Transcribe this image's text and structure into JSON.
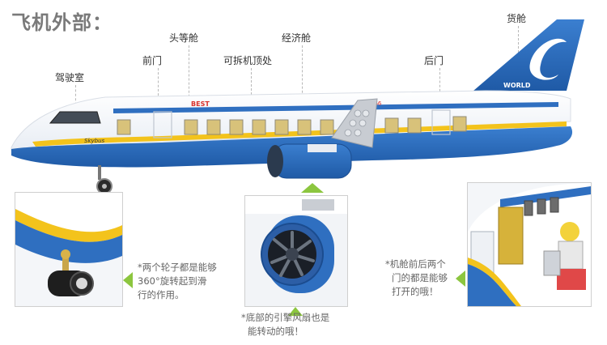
{
  "title": "飞机外部：",
  "labels": {
    "cargo": "货舱",
    "first_class": "头等舱",
    "economy": "经济舱",
    "front_door": "前门",
    "roof": "可拆机顶处",
    "rear_door": "后门",
    "cockpit": "驾驶室"
  },
  "plane_text": {
    "brand": "BEST",
    "model": "Skybus",
    "tail": "WORLD",
    "number": "166"
  },
  "notes": {
    "wheels": [
      "*两个轮子都是能够",
      "360°旋转起到滑",
      "行的作用。"
    ],
    "engine": [
      "*底部的引擎风扇也是",
      "能转动的哦！"
    ],
    "doors": [
      "*机舱前后两个",
      "门的都是能够",
      "打开的哦！"
    ]
  },
  "colors": {
    "fuselage_blue": "#2f6fc0",
    "stripe_yellow": "#f3c31c",
    "arrow_green": "#8cc63f",
    "body_white": "#f6f8fb",
    "window_gold": "#d8c27a"
  }
}
